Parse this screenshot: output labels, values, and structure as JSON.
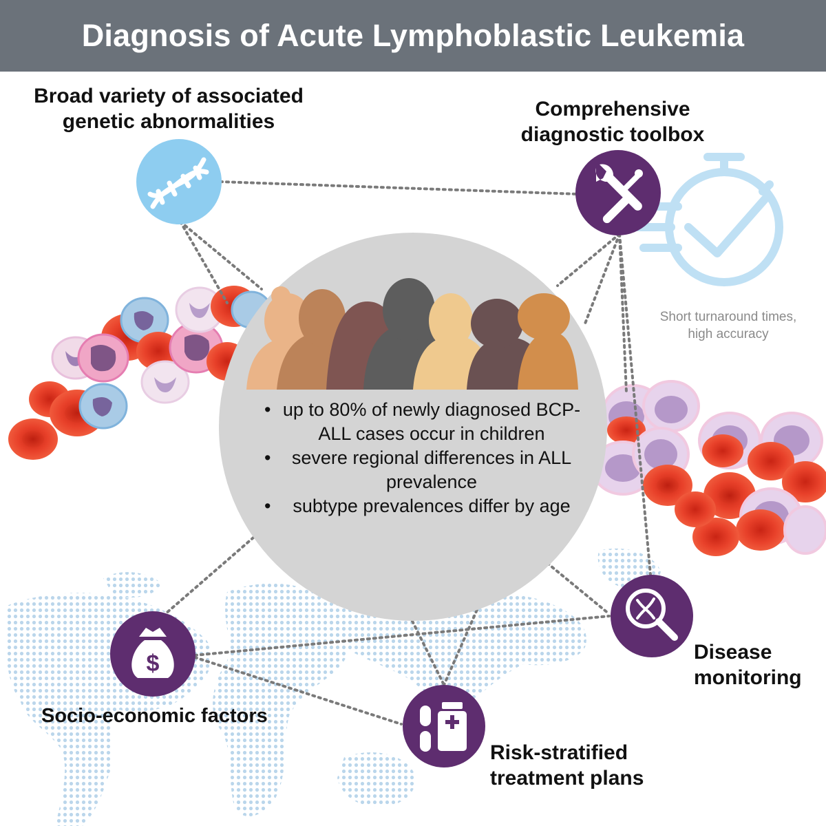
{
  "title": "Diagnosis of Acute Lymphoblastic Leukemia",
  "nodes": {
    "genetic": {
      "label_line1": "Broad variety of associated",
      "label_line2": "genetic abnormalities",
      "icon": "dna-icon"
    },
    "toolbox": {
      "label_line1": "Comprehensive",
      "label_line2": "diagnostic toolbox",
      "icon": "wrench-screwdriver-icon"
    },
    "monitoring": {
      "label_line1": "Disease",
      "label_line2": "monitoring",
      "icon": "magnifier-dna-icon"
    },
    "treatment": {
      "label_line1": "Risk-stratified",
      "label_line2": "treatment plans",
      "icon": "medicine-bottle-icon"
    },
    "socio": {
      "label": "Socio-economic factors",
      "icon": "money-bag-icon",
      "symbol": "$"
    }
  },
  "center": {
    "bullets": [
      "up to 80% of newly diagnosed BCP-ALL cases occur in children",
      "severe regional differences in ALL prevalence",
      "subtype prevalences differ by age"
    ]
  },
  "timer_note": {
    "line1": "Short turnaround times,",
    "line2": "high accuracy",
    "icon": "stopwatch-check-icon"
  },
  "colors": {
    "title_bar": "#6b727a",
    "purple": "#5e2d6f",
    "dna_blue": "#8ecdf0",
    "center_circle": "#d4d4d4",
    "red_cell": "#e8412a",
    "connector": "#7a7a7a",
    "map_dots": "#b7d4ea"
  }
}
